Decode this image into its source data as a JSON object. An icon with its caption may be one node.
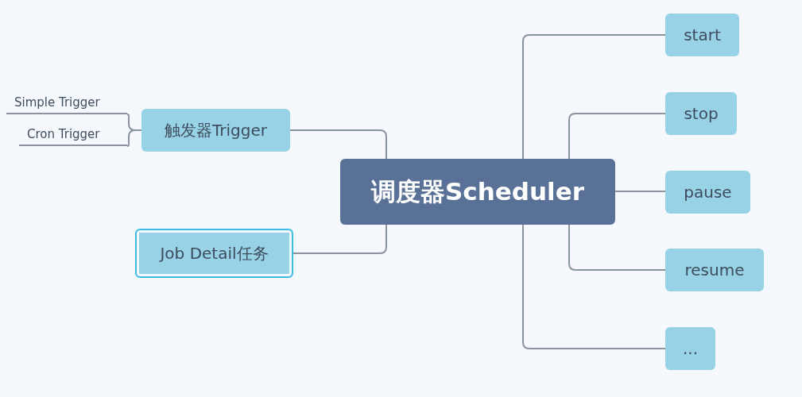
{
  "diagram": {
    "nodes": [
      {
        "text": [
          "调度器Scheduler"
        ]
      },
      {
        "text": [
          "触发器Trigger"
        ]
      },
      {
        "text": [
          "Job Detail任务"
        ]
      },
      {
        "text": [
          "Simple Trigger"
        ]
      },
      {
        "text": [
          "Cron Trigger"
        ]
      },
      {
        "text": [
          "start"
        ]
      },
      {
        "text": [
          "stop"
        ]
      },
      {
        "text": [
          "pause"
        ]
      },
      {
        "text": [
          "resume"
        ]
      },
      {
        "text": [
          "..."
        ]
      }
    ],
    "edges": [
      {
        "from": 0,
        "to": 1,
        "arrow": "none"
      },
      {
        "from": 0,
        "to": 2,
        "arrow": "none"
      },
      {
        "from": 1,
        "to": 3,
        "arrow": "none"
      },
      {
        "from": 1,
        "to": 4,
        "arrow": "none"
      },
      {
        "from": 0,
        "to": 5,
        "arrow": "none"
      },
      {
        "from": 0,
        "to": 6,
        "arrow": "none"
      },
      {
        "from": 0,
        "to": 7,
        "arrow": "none"
      },
      {
        "from": 0,
        "to": 8,
        "arrow": "none"
      },
      {
        "from": 0,
        "to": 9,
        "arrow": "none"
      }
    ]
  }
}
